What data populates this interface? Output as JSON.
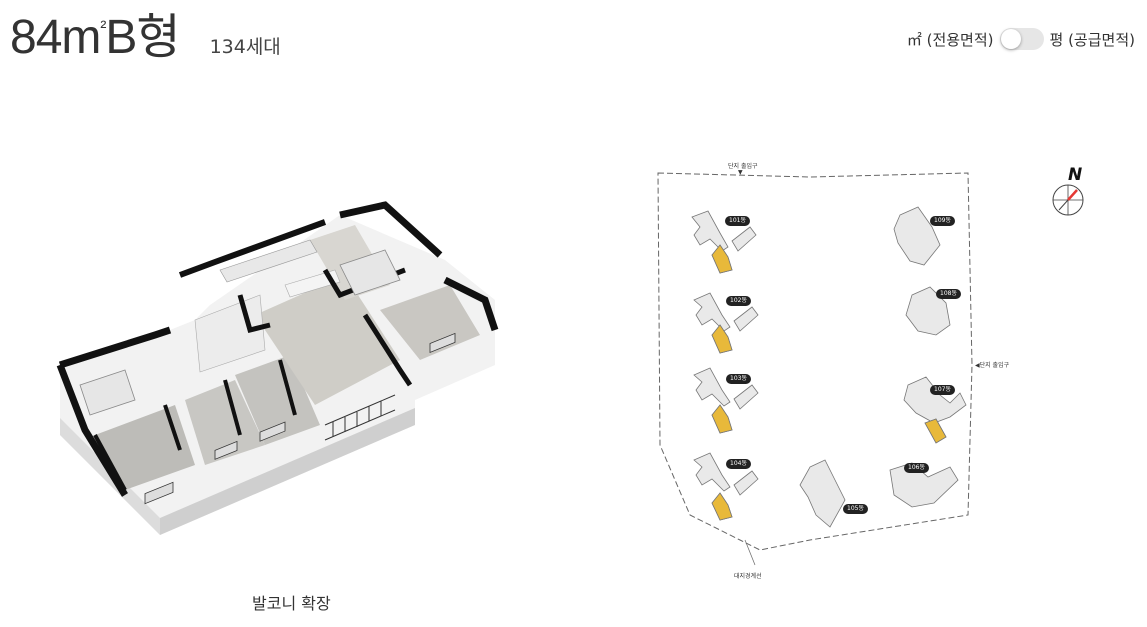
{
  "header": {
    "title_main": "84m",
    "title_sup": "²",
    "title_suffix": "B형",
    "households": "134세대"
  },
  "unit_toggle": {
    "left_label": "㎡ (전용면적)",
    "right_label": "평 (공급면적)",
    "state": "left"
  },
  "floorplan": {
    "caption": "발코니 확장"
  },
  "siteplan": {
    "entrance_top": "단지 출입구",
    "entrance_right": "◀단지 출입구",
    "boundary_label": "대지경계선",
    "north_label": "N",
    "buildings": [
      {
        "label": "101동",
        "highlighted": true
      },
      {
        "label": "102동",
        "highlighted": true
      },
      {
        "label": "103동",
        "highlighted": true
      },
      {
        "label": "104동",
        "highlighted": true
      },
      {
        "label": "105동",
        "highlighted": false
      },
      {
        "label": "106동",
        "highlighted": false
      },
      {
        "label": "107동",
        "highlighted": true
      },
      {
        "label": "108동",
        "highlighted": false
      },
      {
        "label": "109동",
        "highlighted": false
      }
    ],
    "highlight_color": "#e8b93a"
  }
}
